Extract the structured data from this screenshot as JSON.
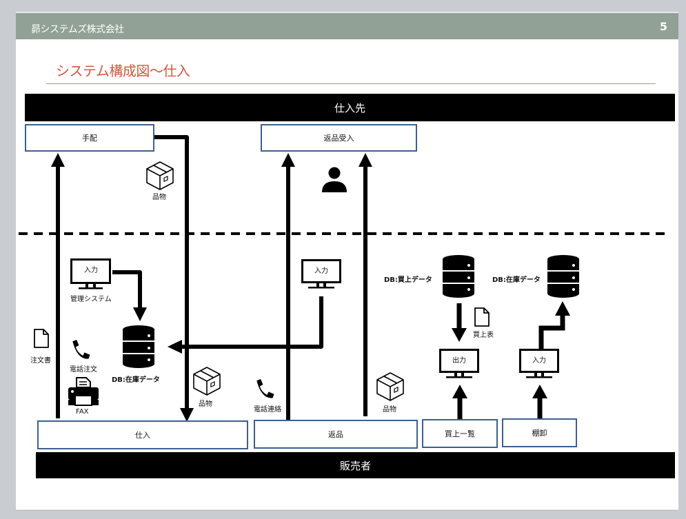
{
  "header": {
    "company": "昴システムズ株式会社",
    "page_number": "5",
    "bar_color": "#91a195"
  },
  "slide": {
    "title": "システム構成図～仕入",
    "title_color": "#d4573e"
  },
  "diagram": {
    "top_band": "仕入先",
    "bottom_band": "販売者",
    "top_boxes": [
      {
        "label": "手配"
      },
      {
        "label": "返品受入"
      }
    ],
    "bottom_boxes": [
      {
        "label": "仕入"
      },
      {
        "label": "返品"
      },
      {
        "label": "買上一覧"
      },
      {
        "label": "棚卸"
      }
    ],
    "monitors": [
      {
        "screen": "入力",
        "caption": "管理システム"
      },
      {
        "screen": "入力",
        "caption": ""
      },
      {
        "screen": "出力",
        "caption": ""
      },
      {
        "screen": "入力",
        "caption": ""
      }
    ],
    "databases": [
      {
        "label": "DB:在庫データ"
      },
      {
        "label": "DB:買上データ"
      },
      {
        "label": "DB:在庫データ"
      }
    ],
    "icon_labels": {
      "package_top": "品物",
      "order_doc": "注文書",
      "phone_order": "電話注文",
      "fax": "FAX",
      "package_mid": "品物",
      "phone_contact": "電話連絡",
      "package_right": "品物",
      "purchase_sheet": "買上表"
    },
    "border_color": "#3c5f8e"
  }
}
